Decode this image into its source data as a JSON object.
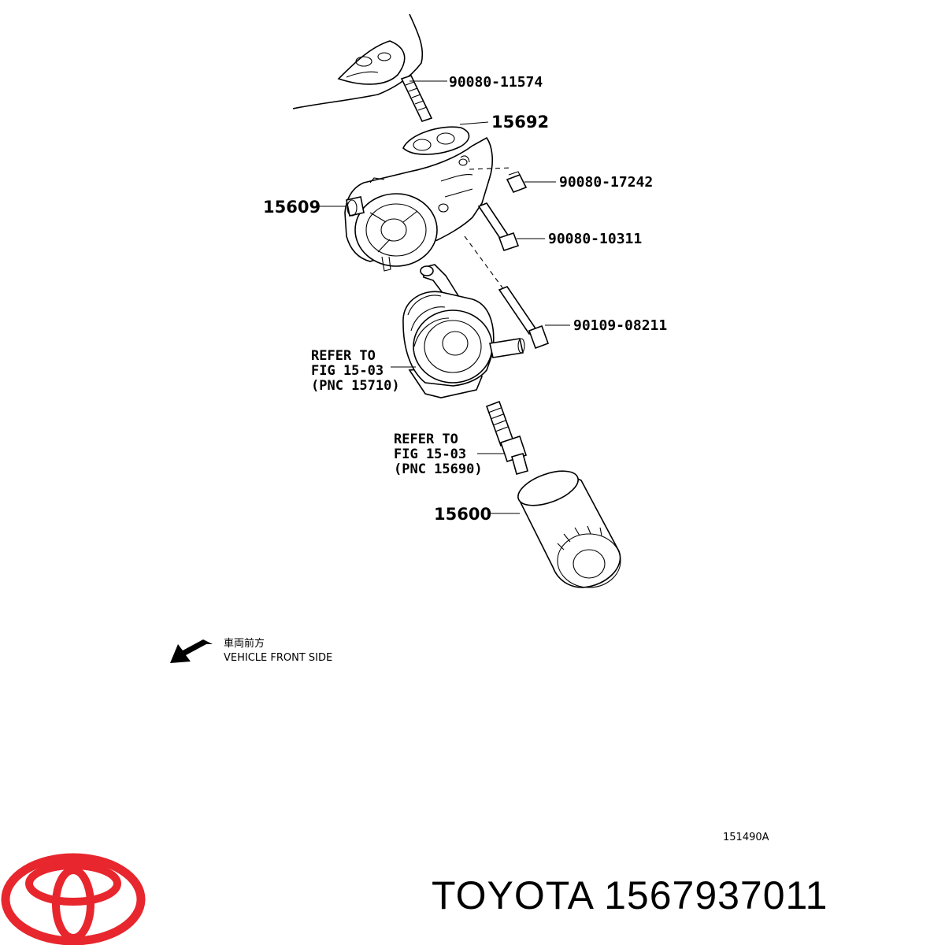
{
  "callouts": {
    "p1": "90080-11574",
    "p2": "15692",
    "p3": "90080-17242",
    "p4": "15609",
    "p5": "90080-10311",
    "p6": "90109-08211",
    "p7": "15600"
  },
  "refer_a": {
    "line1": "REFER TO",
    "line2": "FIG 15-03",
    "line3": "(PNC 15710)"
  },
  "refer_b": {
    "line1": "REFER TO",
    "line2": "FIG 15-03",
    "line3": "(PNC 15690)"
  },
  "direction": {
    "jp": "車両前方",
    "en": "VEHICLE FRONT SIDE"
  },
  "figure_code": "151490A",
  "brand": {
    "text": "TOYOTA 1567937011",
    "logo_color": "#e8262d"
  }
}
